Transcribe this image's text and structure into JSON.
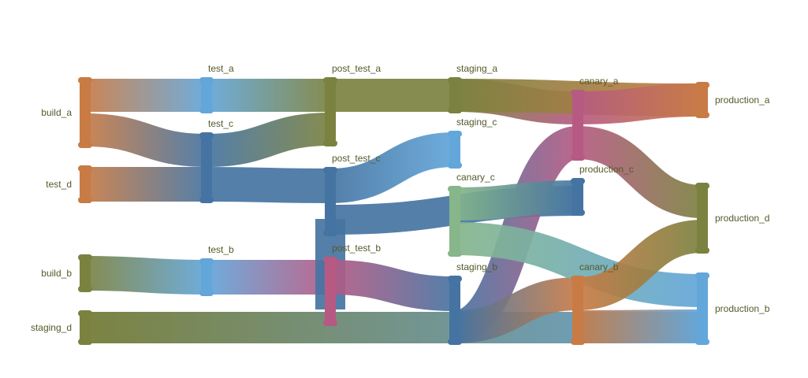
{
  "colors": {
    "orange": "#c87b45",
    "blue": "#62a6da",
    "olive": "#7b8240",
    "pink": "#b65a83",
    "navy": "#4574a2",
    "green": "#86b68a",
    "teal": "#6aa9b9",
    "label": "#555a2a"
  },
  "nodes": [
    {
      "id": "build_a",
      "label": "build_a",
      "color": "orange"
    },
    {
      "id": "test_d",
      "label": "test_d",
      "color": "orange"
    },
    {
      "id": "build_b",
      "label": "build_b",
      "color": "olive"
    },
    {
      "id": "staging_d",
      "label": "staging_d",
      "color": "olive"
    },
    {
      "id": "test_a",
      "label": "test_a",
      "color": "blue"
    },
    {
      "id": "test_c",
      "label": "test_c",
      "color": "navy"
    },
    {
      "id": "test_b",
      "label": "test_b",
      "color": "blue"
    },
    {
      "id": "post_test_a",
      "label": "post_test_a",
      "color": "olive"
    },
    {
      "id": "post_test_c",
      "label": "post_test_c",
      "color": "navy"
    },
    {
      "id": "post_test_b",
      "label": "post_test_b",
      "color": "pink"
    },
    {
      "id": "staging_a",
      "label": "staging_a",
      "color": "olive"
    },
    {
      "id": "staging_c",
      "label": "staging_c",
      "color": "blue"
    },
    {
      "id": "canary_c",
      "label": "canary_c",
      "color": "green"
    },
    {
      "id": "staging_b",
      "label": "staging_b",
      "color": "navy"
    },
    {
      "id": "canary_a",
      "label": "canary_a",
      "color": "pink"
    },
    {
      "id": "production_c",
      "label": "production_c",
      "color": "navy"
    },
    {
      "id": "canary_b",
      "label": "canary_b",
      "color": "orange"
    },
    {
      "id": "production_a",
      "label": "production_a",
      "color": "orange"
    },
    {
      "id": "production_d",
      "label": "production_d",
      "color": "olive"
    },
    {
      "id": "production_b",
      "label": "production_b",
      "color": "blue"
    }
  ],
  "links": [
    {
      "source": "build_a",
      "target": "test_a",
      "value": 42
    },
    {
      "source": "build_a",
      "target": "test_c",
      "value": 42
    },
    {
      "source": "test_d",
      "target": "test_c",
      "value": 44
    },
    {
      "source": "build_b",
      "target": "test_b",
      "value": 44
    },
    {
      "source": "staging_d",
      "target": "canary_b",
      "value": 40
    },
    {
      "source": "staging_d",
      "target": "production_b",
      "value": 40
    },
    {
      "source": "test_a",
      "target": "post_test_a",
      "value": 42
    },
    {
      "source": "test_c",
      "target": "post_test_a",
      "value": 42
    },
    {
      "source": "test_c",
      "target": "post_test_c",
      "value": 44
    },
    {
      "source": "test_b",
      "target": "post_test_b",
      "value": 44
    },
    {
      "source": "post_test_a",
      "target": "staging_a",
      "value": 84
    },
    {
      "source": "post_test_c",
      "target": "staging_c",
      "value": 44
    },
    {
      "source": "post_test_c",
      "target": "production_c",
      "value": 30
    },
    {
      "source": "post_test_b",
      "target": "post_test_c",
      "value": 30
    },
    {
      "source": "post_test_b",
      "target": "staging_b",
      "value": 44
    },
    {
      "source": "staging_a",
      "target": "canary_a",
      "value": 42
    },
    {
      "source": "staging_a",
      "target": "production_a",
      "value": 42
    },
    {
      "source": "staging_b",
      "target": "canary_a",
      "value": 44
    },
    {
      "source": "staging_b",
      "target": "canary_b",
      "value": 40
    },
    {
      "source": "canary_c",
      "target": "production_c",
      "value": 44
    },
    {
      "source": "canary_c",
      "target": "production_b",
      "value": 44
    },
    {
      "source": "canary_a",
      "target": "production_a",
      "value": 42
    },
    {
      "source": "canary_a",
      "target": "production_d",
      "value": 44
    },
    {
      "source": "canary_b",
      "target": "production_d",
      "value": 40
    },
    {
      "source": "canary_b",
      "target": "production_b",
      "value": 40
    }
  ]
}
